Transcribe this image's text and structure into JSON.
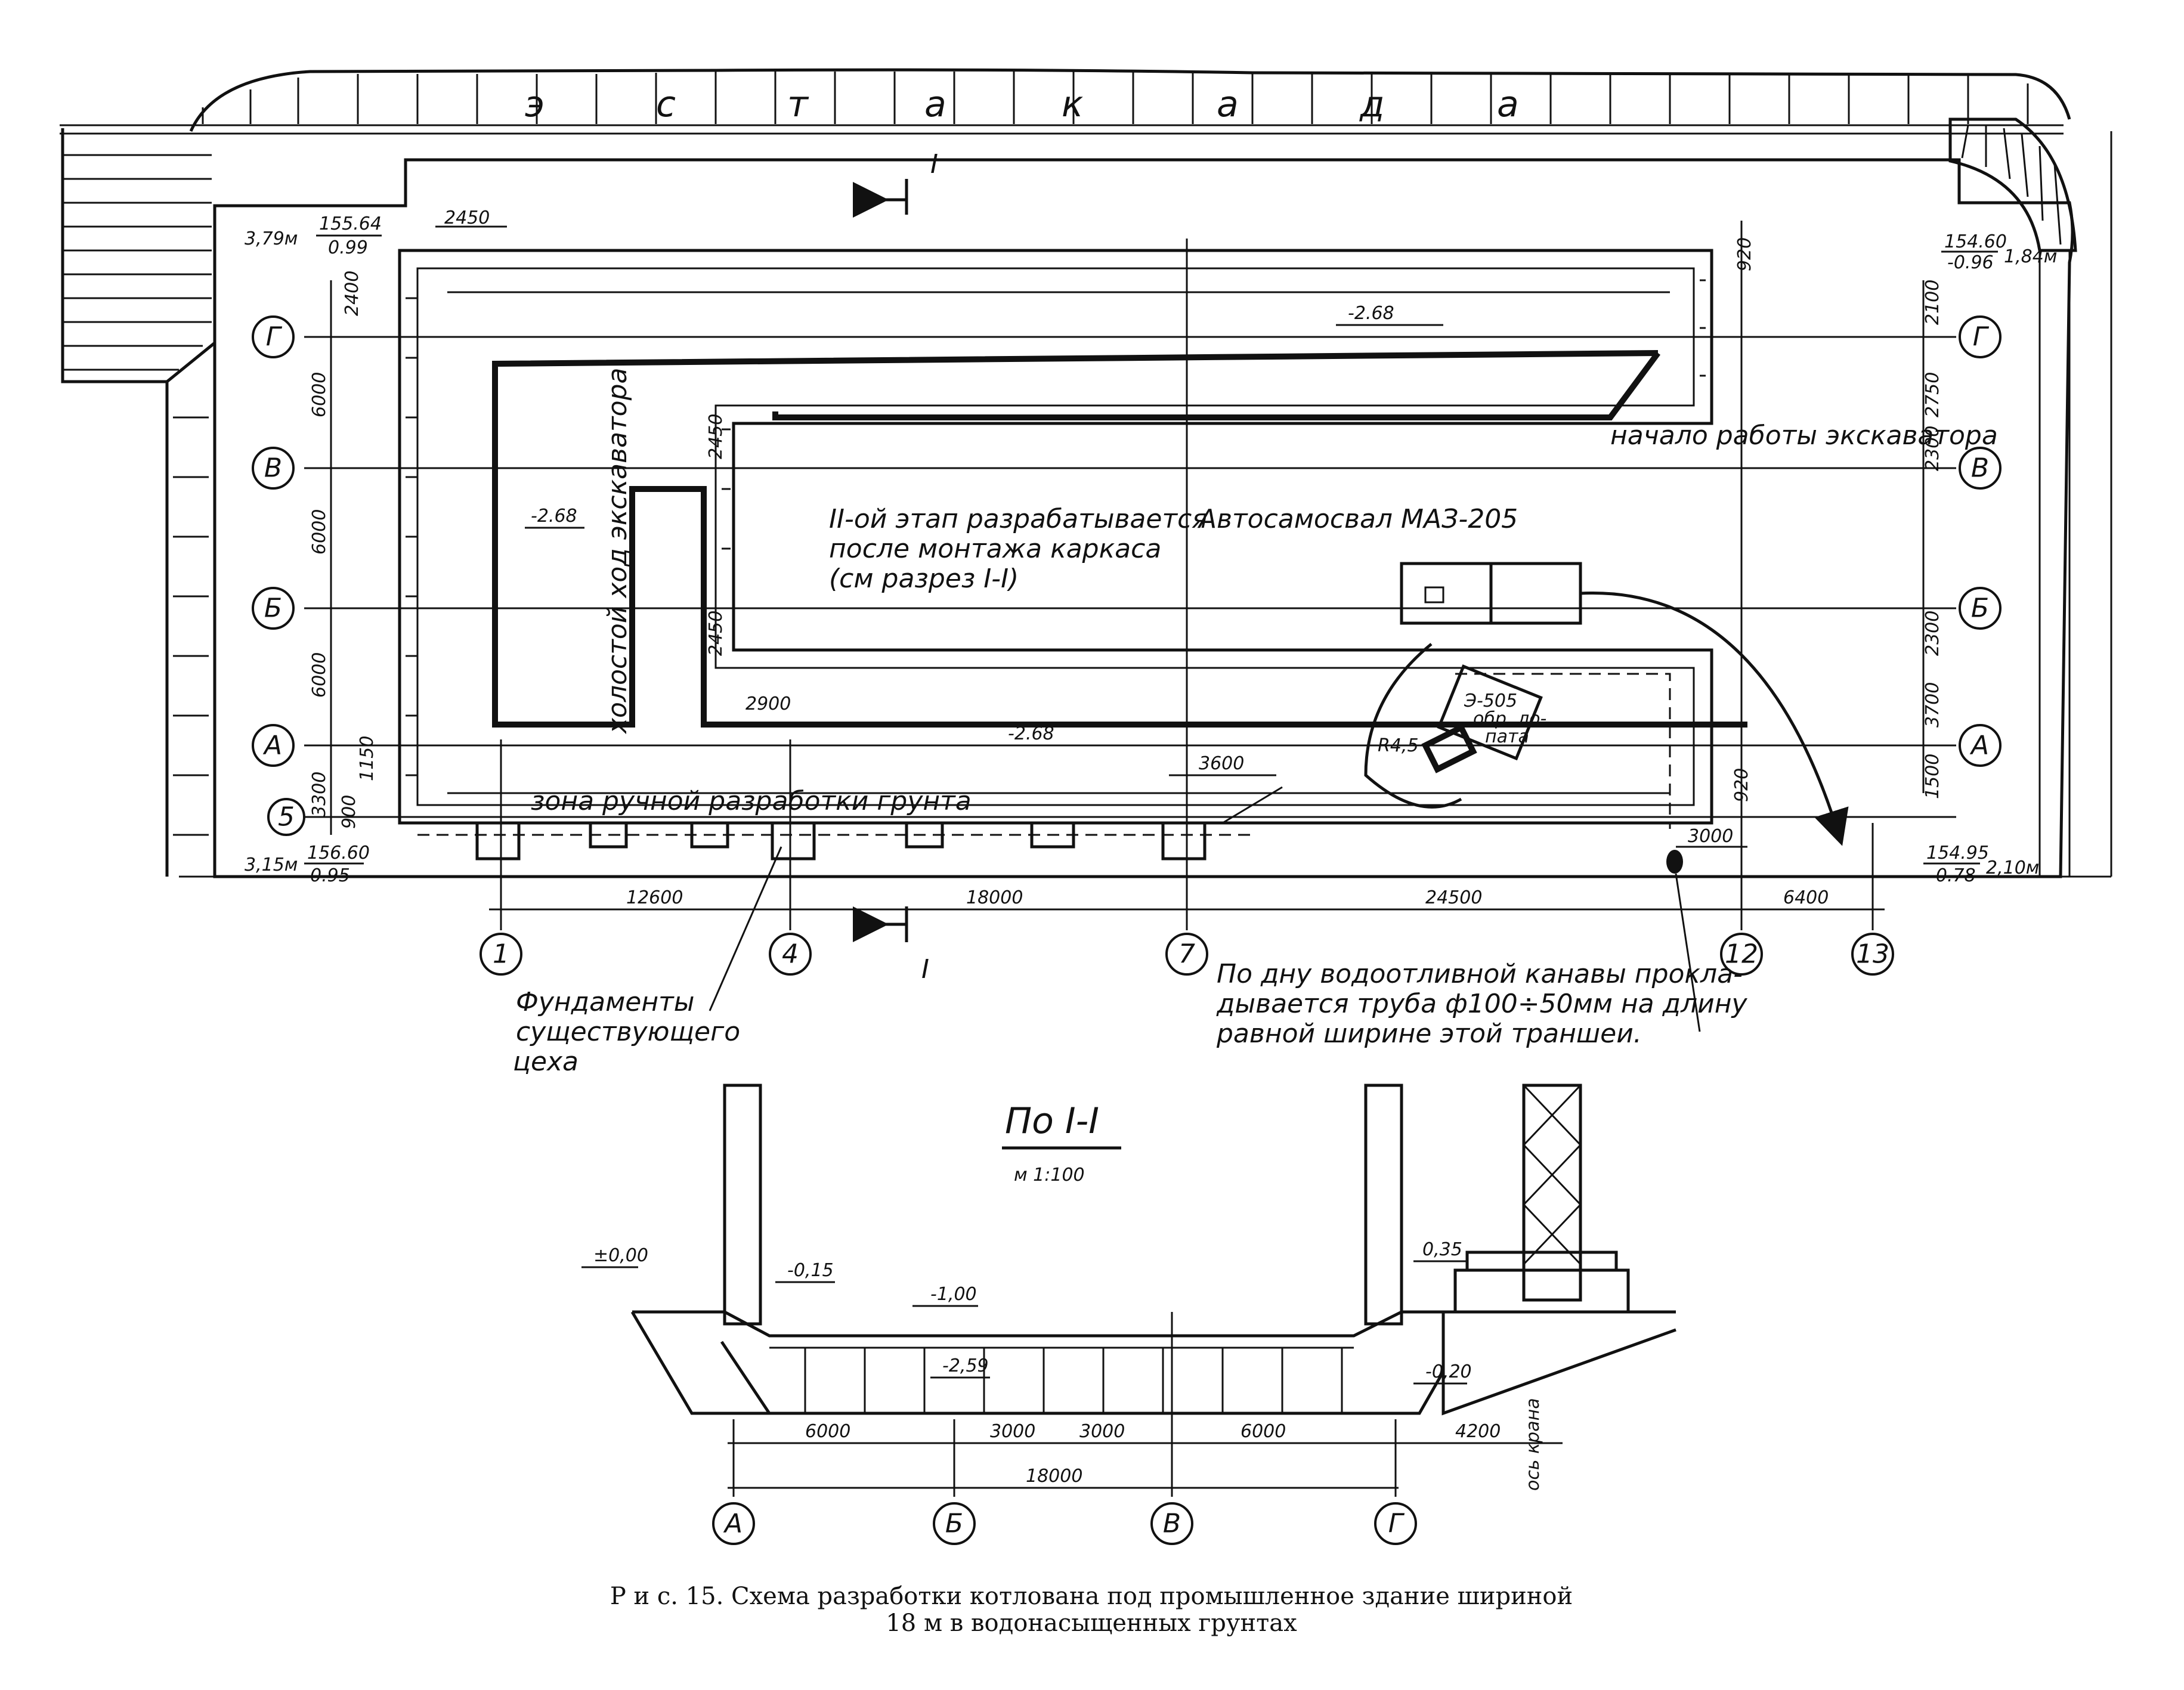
{
  "estakada_letters": [
    "э",
    "с",
    "т",
    "а",
    "к",
    "а",
    "д",
    "а"
  ],
  "section_mark": "I",
  "axis_letters_plan": [
    "Г",
    "В",
    "Б",
    "А",
    "5"
  ],
  "axis_numbers_plan": [
    "1",
    "4",
    "7",
    "12",
    "13"
  ],
  "axis_letters_section": [
    "А",
    "Б",
    "В",
    "Г"
  ],
  "elevations": {
    "top_left": "155.64",
    "top_left_sub": "0.99",
    "top_left_prefix": "3,79м",
    "top_right": "154.60",
    "top_right_sub": "-0.96",
    "top_right_suffix": "1,84м",
    "bottom_left": "156.60",
    "bottom_left_sub": "0.95",
    "bottom_left_prefix": "3,15м",
    "bottom_right": "154.95",
    "bottom_right_sub": "-0.78",
    "bottom_right_suffix": "2,10м",
    "pit_top": "-2.68",
    "pit_left": "-2.68",
    "pit_bottom": "-2.68"
  },
  "dims_plan": {
    "left_vertical": [
      "6000",
      "6000",
      "6000",
      "3300"
    ],
    "left_small": [
      "2400",
      "2450",
      "2450",
      "1150",
      "900"
    ],
    "top_offsets": [
      "2450",
      "920"
    ],
    "right_vertical": [
      "2100",
      "2750",
      "2300",
      "2300",
      "3700",
      "1500"
    ],
    "bottom": [
      "12600",
      "18000",
      "24500",
      "6400"
    ],
    "misc": [
      "2900",
      "3600",
      "920",
      "3000"
    ]
  },
  "labels": {
    "zone": "зона ручной разработки грунта",
    "idle": "холостой ход экскаватора",
    "start": "начало работы экскаватора",
    "stage2_l1": "II-ой этап разрабатывается",
    "stage2_l2": "после монтажа каркаса",
    "stage2_l3": "(см разрез  I-I)",
    "truck": "Автосамосвал МАЗ-205",
    "excavator_l1": "Э-505",
    "excavator_l2": "обр. ло-",
    "excavator_l3": "пата",
    "r_label": "R4,5",
    "foundations_l1": "Фундаменты",
    "foundations_l2": "существующего",
    "foundations_l3": "цеха",
    "drain_l1": "По дну водоотливной канавы прокла-",
    "drain_l2": "дывается труба ф100÷50мм на длину",
    "drain_l3": "равной ширине этой траншеи."
  },
  "section": {
    "title": "По I-I",
    "scale": "м 1:100",
    "elev_zero": "±0,00",
    "elev_015": "-0,15",
    "elev_100": "-1,00",
    "elev_259": "-2,59",
    "elev_035": "0,35",
    "elev_020": "-0,20",
    "dims": [
      "6000",
      "3000",
      "3000",
      "6000",
      "4200"
    ],
    "total": "18000",
    "crane_axis": "ось крана"
  },
  "caption_l1": "Р и с. 15. Схема  разработки  котлована  под  промышленное  здание  шириной",
  "caption_l2": "18 м в водонасыщенных грунтах"
}
